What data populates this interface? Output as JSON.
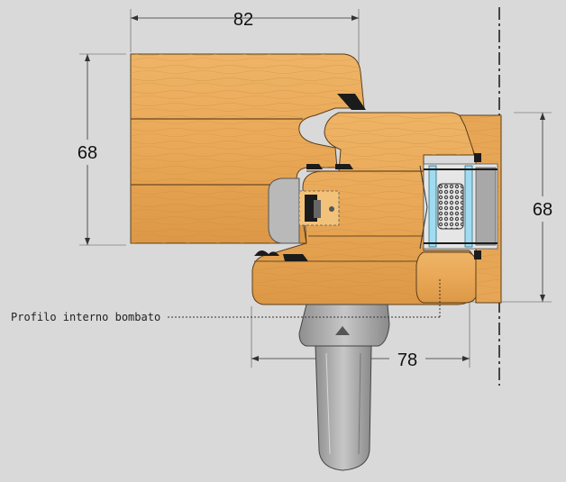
{
  "dimensions": {
    "top_width": "82",
    "left_height": "68",
    "right_height": "68",
    "bottom_width": "78"
  },
  "labels": {
    "callout": "Profilo interno bombato"
  },
  "colors": {
    "background": "#d9d9d9",
    "wood": "#e9a857",
    "wood_dark": "#c9853b",
    "gasket": "#1b1b1b",
    "glass": "#9fdcf0",
    "aluminium": "#a8a8a8"
  }
}
